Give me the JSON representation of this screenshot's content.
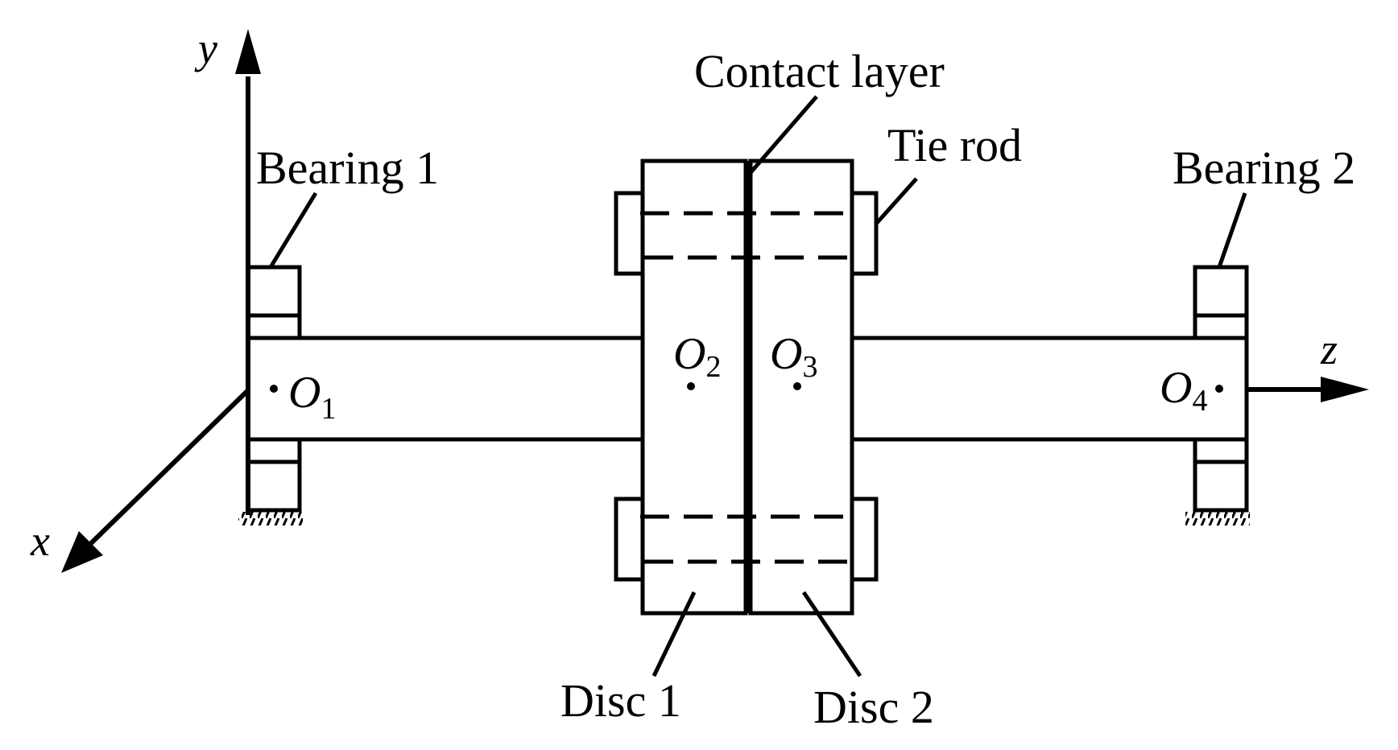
{
  "axes": {
    "x": "x",
    "y": "y",
    "z": "z"
  },
  "labels": {
    "bearing1": "Bearing 1",
    "bearing2": "Bearing 2",
    "contact_layer": "Contact layer",
    "tie_rod": "Tie rod",
    "disc1": "Disc 1",
    "disc2": "Disc 2"
  },
  "nodes": [
    {
      "letter": "O",
      "sub": "1"
    },
    {
      "letter": "O",
      "sub": "2"
    },
    {
      "letter": "O",
      "sub": "3"
    },
    {
      "letter": "O",
      "sub": "4"
    }
  ]
}
